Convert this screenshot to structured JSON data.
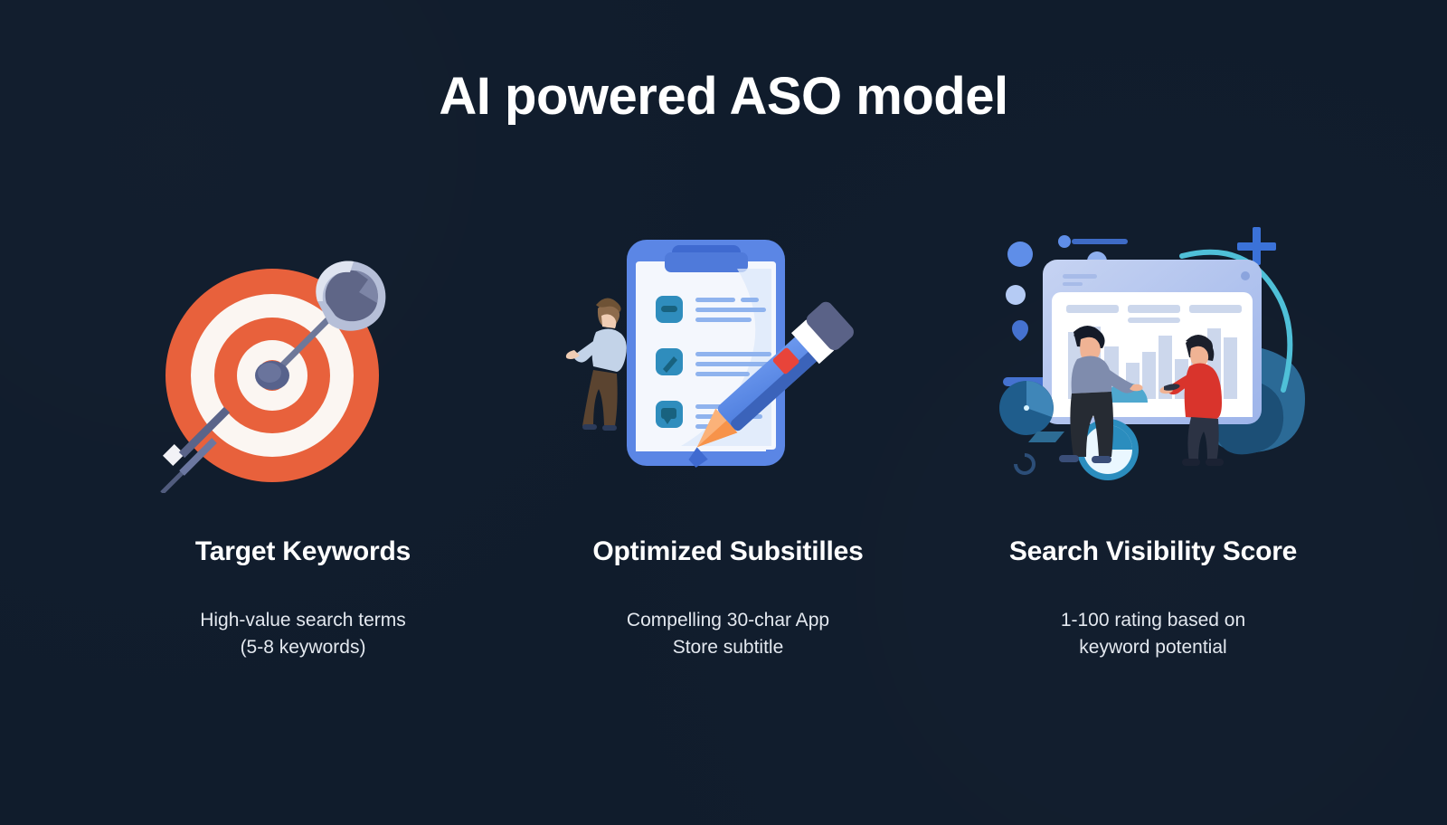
{
  "page": {
    "title": "AI powered ASO model",
    "background_color": "#101c2c",
    "title_color": "#ffffff"
  },
  "cards": [
    {
      "id": "target-keywords",
      "title": "Target Keywords",
      "description": "High-value search terms (5-8 keywords)",
      "description_line1": "High-value search terms",
      "description_line2": "(5-8 keywords)",
      "illustration": "dartboard-with-dart-icon",
      "accent_color": "#e8613c"
    },
    {
      "id": "optimized-subtitles",
      "title": "Optimized Subsitilles",
      "description": "Compelling 30-char App Store subtitle",
      "description_line1": "Compelling 30-char App",
      "description_line2": "Store subtitle",
      "illustration": "clipboard-checklist-pencil-icon",
      "accent_color": "#5b86e5"
    },
    {
      "id": "search-visibility-score",
      "title": "Search Visibility Score",
      "description": "1-100 rating based on keyword potential",
      "description_line1": "1-100 rating based on",
      "description_line2": "keyword potential",
      "illustration": "analytics-dashboard-people-icon",
      "accent_color": "#4aa3c8"
    }
  ]
}
